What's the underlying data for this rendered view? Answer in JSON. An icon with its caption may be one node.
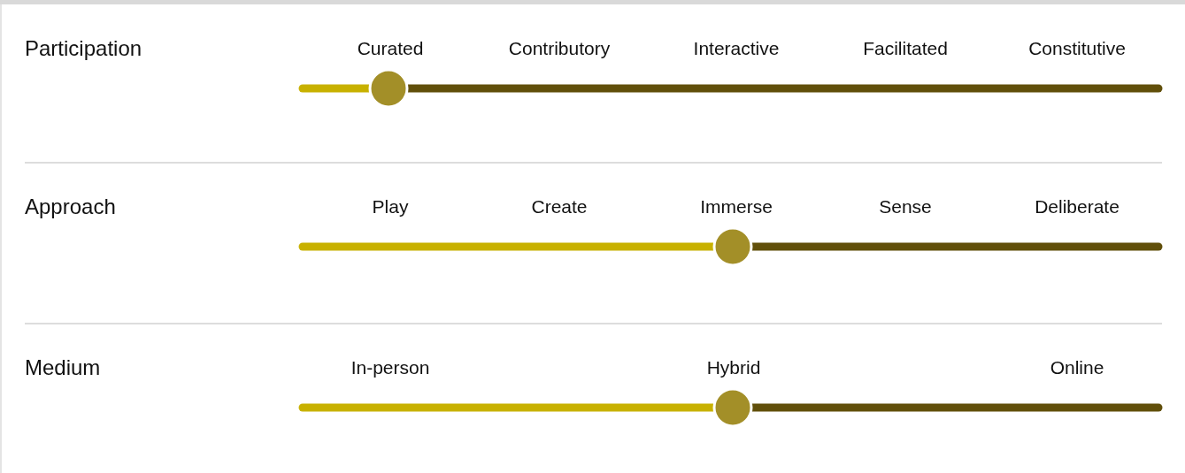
{
  "diagram": {
    "labels": [
      "Participation",
      "Curated",
      "Contributory",
      "Interactive",
      "Facilitated",
      "Constitutive",
      "Approach",
      "Play",
      "Create",
      "Immerse",
      "Sense",
      "Deliberate",
      "Medium",
      "In-person",
      "Hybrid",
      "Online"
    ]
  }
}
